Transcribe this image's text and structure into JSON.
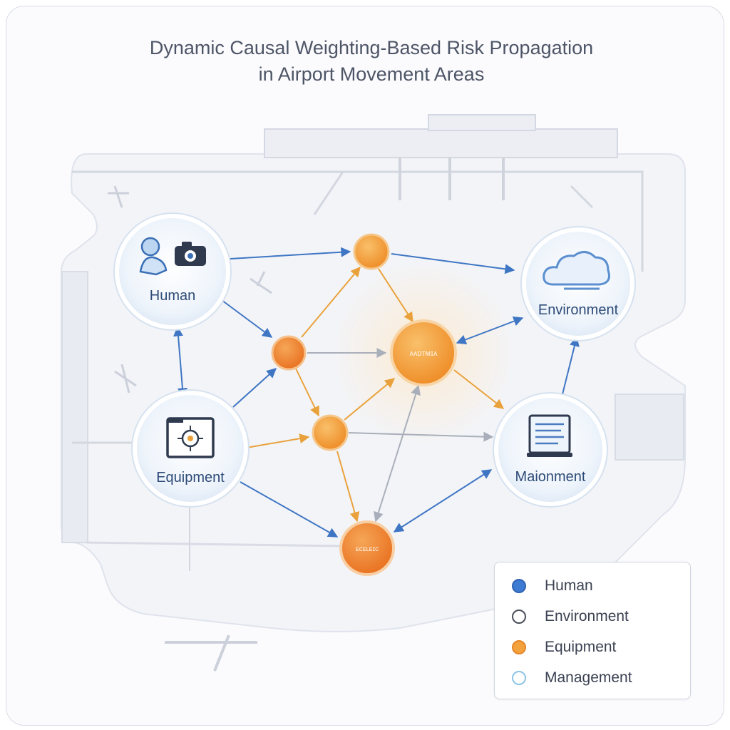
{
  "title": {
    "line1": "Dynamic Causal Weighting-Based Risk Propagation",
    "line2": "in Airport Movement Areas"
  },
  "nodes": {
    "human": {
      "label": "Human",
      "icon": "person-camera-icon"
    },
    "environment": {
      "label": "Environment",
      "icon": "cloud-icon"
    },
    "equipment": {
      "label": "Equipment",
      "icon": "monitor-target-icon"
    },
    "management": {
      "label": "Maionment",
      "icon": "document-tablet-icon"
    },
    "hub_center": {
      "label": "ᴀᴀᴅᴛᴍɪᴀ"
    },
    "hub_bottom": {
      "label": "ᴇᴄᴇʟᴇɪᴄ"
    }
  },
  "legend": {
    "items": [
      {
        "label": "Human",
        "fill": "#3e7bd2",
        "stroke": "#2f63b4"
      },
      {
        "label": "Environment",
        "fill": "#ffffff",
        "stroke": "#4a4f5a"
      },
      {
        "label": "Equipment",
        "fill": "#f4a23e",
        "stroke": "#e5862a"
      },
      {
        "label": "Management",
        "fill": "#ffffff",
        "stroke": "#8cc4e8"
      }
    ]
  },
  "colors": {
    "blue_arrow": "#3f76c4",
    "orange_arrow": "#e9a23b",
    "gray_arrow": "#a9afba",
    "orange_node": "#f0932d",
    "node_label": "#2d4a78"
  }
}
